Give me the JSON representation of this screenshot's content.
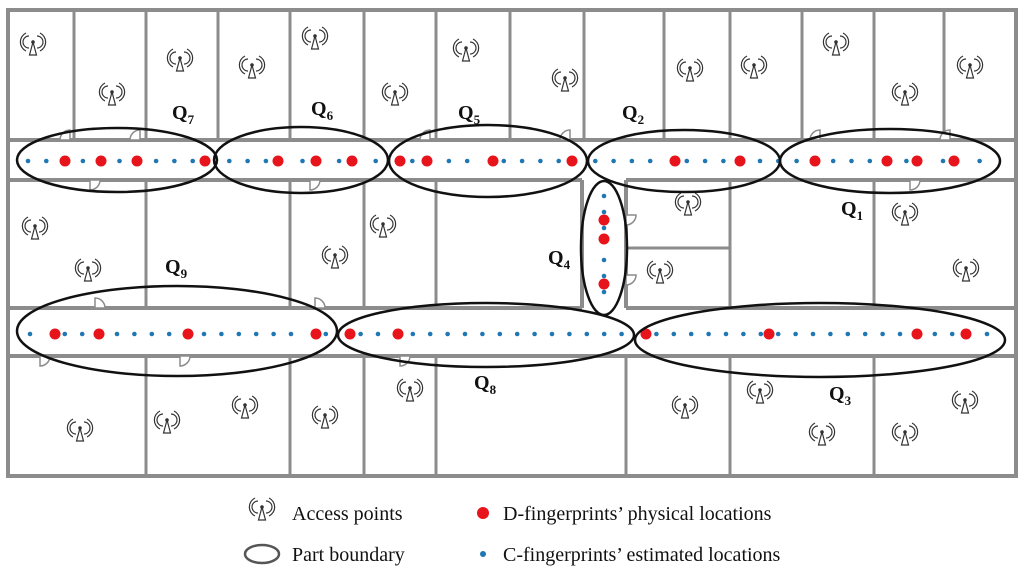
{
  "diagram": {
    "part_labels": [
      {
        "id": "Q1",
        "main": "Q",
        "sub": "1"
      },
      {
        "id": "Q2",
        "main": "Q",
        "sub": "2"
      },
      {
        "id": "Q3",
        "main": "Q",
        "sub": "3"
      },
      {
        "id": "Q4",
        "main": "Q",
        "sub": "4"
      },
      {
        "id": "Q5",
        "main": "Q",
        "sub": "5"
      },
      {
        "id": "Q6",
        "main": "Q",
        "sub": "6"
      },
      {
        "id": "Q7",
        "main": "Q",
        "sub": "7"
      },
      {
        "id": "Q8",
        "main": "Q",
        "sub": "8"
      },
      {
        "id": "Q9",
        "main": "Q",
        "sub": "9"
      }
    ],
    "colors": {
      "wall": "#8c8c8c",
      "d_fingerprint": "#e8141c",
      "c_fingerprint": "#1f77b4",
      "boundary": "#111111"
    }
  },
  "legend": {
    "access_points": "Access points",
    "part_boundary": "Part boundary",
    "d_fingerprints": "D-fingerprints’ physical locations",
    "c_fingerprints": "C-fingerprints’ estimated locations"
  }
}
